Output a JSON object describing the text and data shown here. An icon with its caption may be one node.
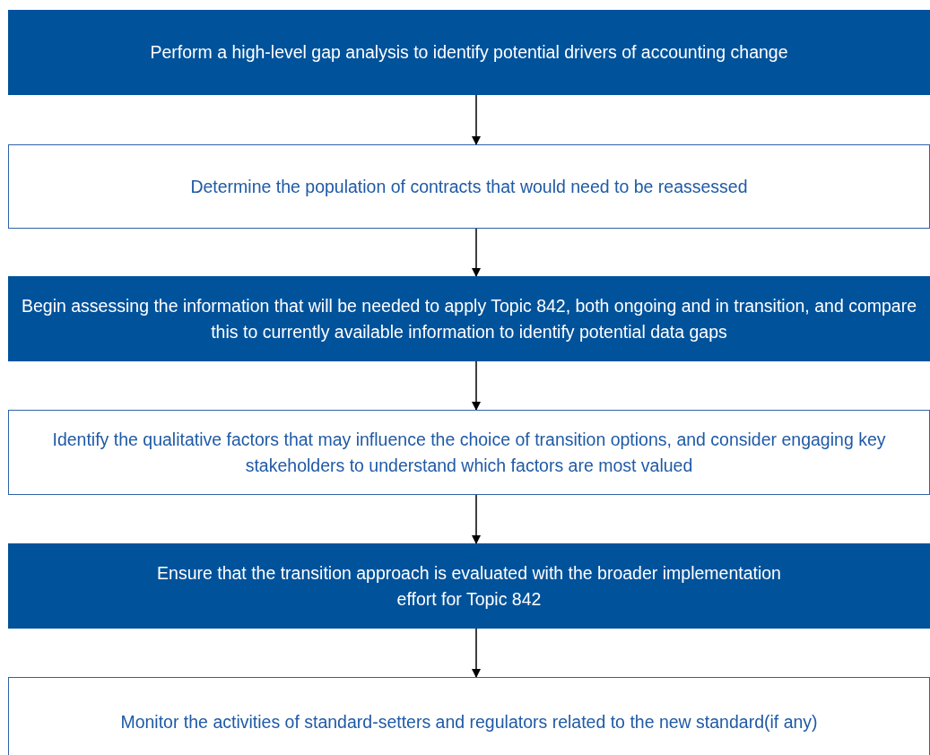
{
  "diagram": {
    "nodes": [
      {
        "text": [
          "Perform a high-level gap analysis to identify potential drivers of accounting change"
        ]
      },
      {
        "text": [
          "Determine the population of contracts that would need to be reassessed"
        ]
      },
      {
        "text": [
          "Begin assessing the information that will be needed to apply Topic 842, both ongoing and in transition, and compare this to currently available information to identify potential data gaps"
        ]
      },
      {
        "text": [
          "Identify the qualitative factors that may influence the choice of transition options, and consider engaging key stakeholders to understand which factors are most valued"
        ]
      },
      {
        "text": [
          "Ensure that the transition approach is evaluated with the broader implementation effort for Topic 842"
        ]
      },
      {
        "text": [
          "Monitor the activities of standard-setters and regulators related to the new standard(if any)"
        ]
      }
    ],
    "edges": [
      {
        "from": 0,
        "to": 1,
        "arrow": "to"
      },
      {
        "from": 1,
        "to": 2,
        "arrow": "to"
      },
      {
        "from": 2,
        "to": 3,
        "arrow": "to"
      },
      {
        "from": 3,
        "to": 4,
        "arrow": "to"
      },
      {
        "from": 4,
        "to": 5,
        "arrow": "to"
      }
    ]
  }
}
